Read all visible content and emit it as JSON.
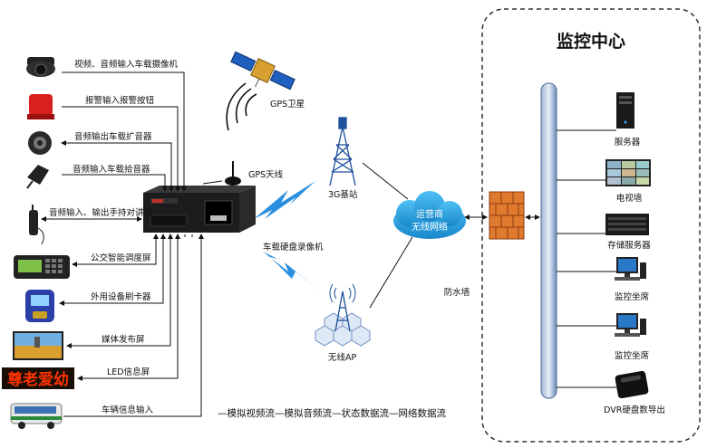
{
  "center": {
    "title": "监控中心"
  },
  "devices": {
    "camera": "视频、音频输入车载摄像机",
    "alarm": "报警输入报警按钮",
    "speaker": "音频输出车载扩音器",
    "mic": "音频输入车载拾音器",
    "intercom": "音频输入、输出手持对讲机",
    "dispatch": "公交智能调度屏",
    "card_reader": "外用设备刷卡器",
    "media_screen": "媒体发布屏",
    "led_screen": "LED信息屏",
    "vehicle": "车辆信息输入"
  },
  "led_text": "尊老爱幼",
  "network": {
    "gps_satellite": "GPS卫星",
    "gps_antenna": "GPS天线",
    "base_station": "3G基站",
    "dvr": "车载硬盘录像机",
    "ap": "无线AP",
    "cloud_line1": "运营商",
    "cloud_line2": "无线网络",
    "firewall": "防水墙"
  },
  "servers": {
    "server": "服务器",
    "tv_wall": "电视墙",
    "storage": "存储服务器",
    "seat1": "监控坐席",
    "seat2": "监控坐席",
    "dvr_export": "DVR硬盘数导出"
  },
  "legend": "—模拟视频流—模拟音频流—状态数据流—网络数据流",
  "colors": {
    "accent": "#1e6fd0",
    "cloud": "#2aa3e6",
    "firewall": "#d2691e",
    "bus": "#5b7fb0"
  }
}
